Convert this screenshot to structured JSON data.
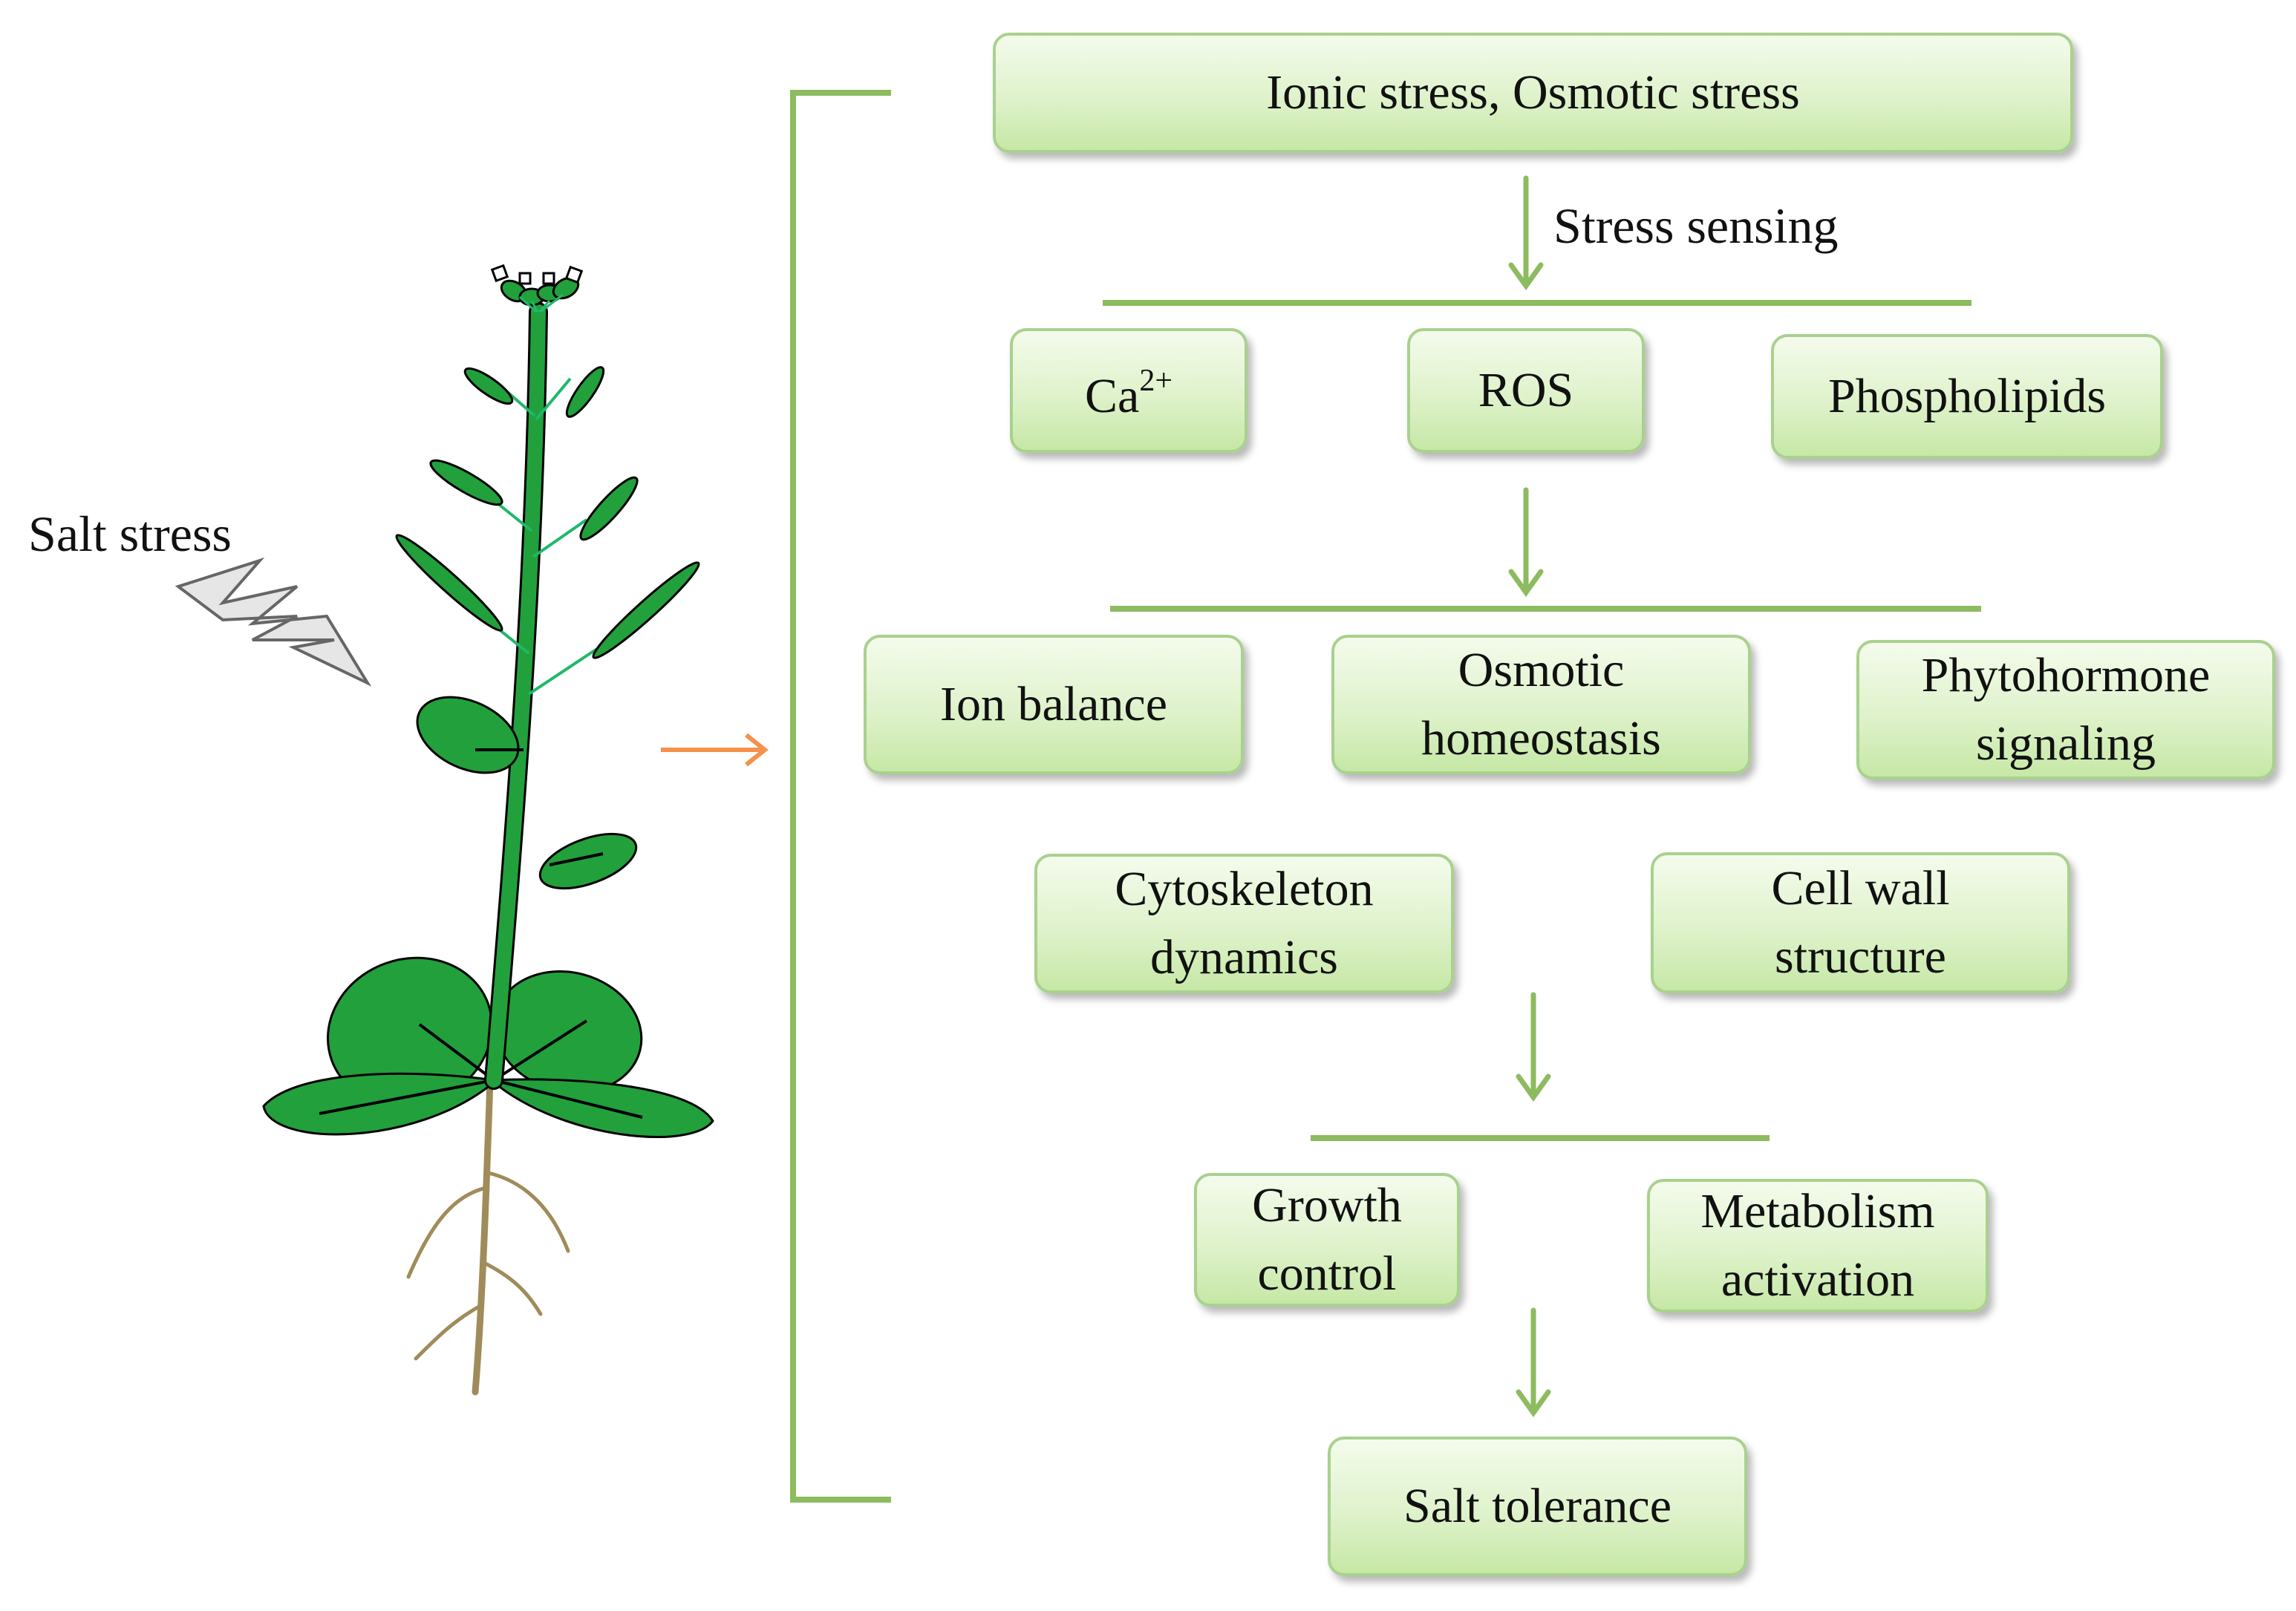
{
  "salt_label": "Salt stress",
  "stress_box": "Ionic stress, Osmotic stress",
  "sensing_label": "Stress sensing",
  "signals": {
    "ca_base": "Ca",
    "ca_charge": "2+",
    "ros": "ROS",
    "phospholipids": "Phospholipids"
  },
  "responses": {
    "ion_balance": "Ion balance",
    "osmotic_line1": "Osmotic",
    "osmotic_line2": "homeostasis",
    "phyto_line1": "Phytohormone",
    "phyto_line2": "signaling",
    "cyto_line1": "Cytoskeleton",
    "cyto_line2": "dynamics",
    "cellwall_line1": "Cell wall",
    "cellwall_line2": "structure"
  },
  "outcomes": {
    "growth_line1": "Growth",
    "growth_line2": "control",
    "metab_line1": "Metabolism",
    "metab_line2": "activation"
  },
  "final": "Salt tolerance",
  "colors": {
    "connector_green": "#8dbb5f",
    "box_border": "#a9d18e",
    "box_fill": "#dff2cb",
    "plant_green": "#22a03c",
    "root_brown": "#a08c5a",
    "orange_arrow": "#f4914a"
  },
  "icons": [
    "lightning-bolt-icon",
    "plant-illustration"
  ]
}
